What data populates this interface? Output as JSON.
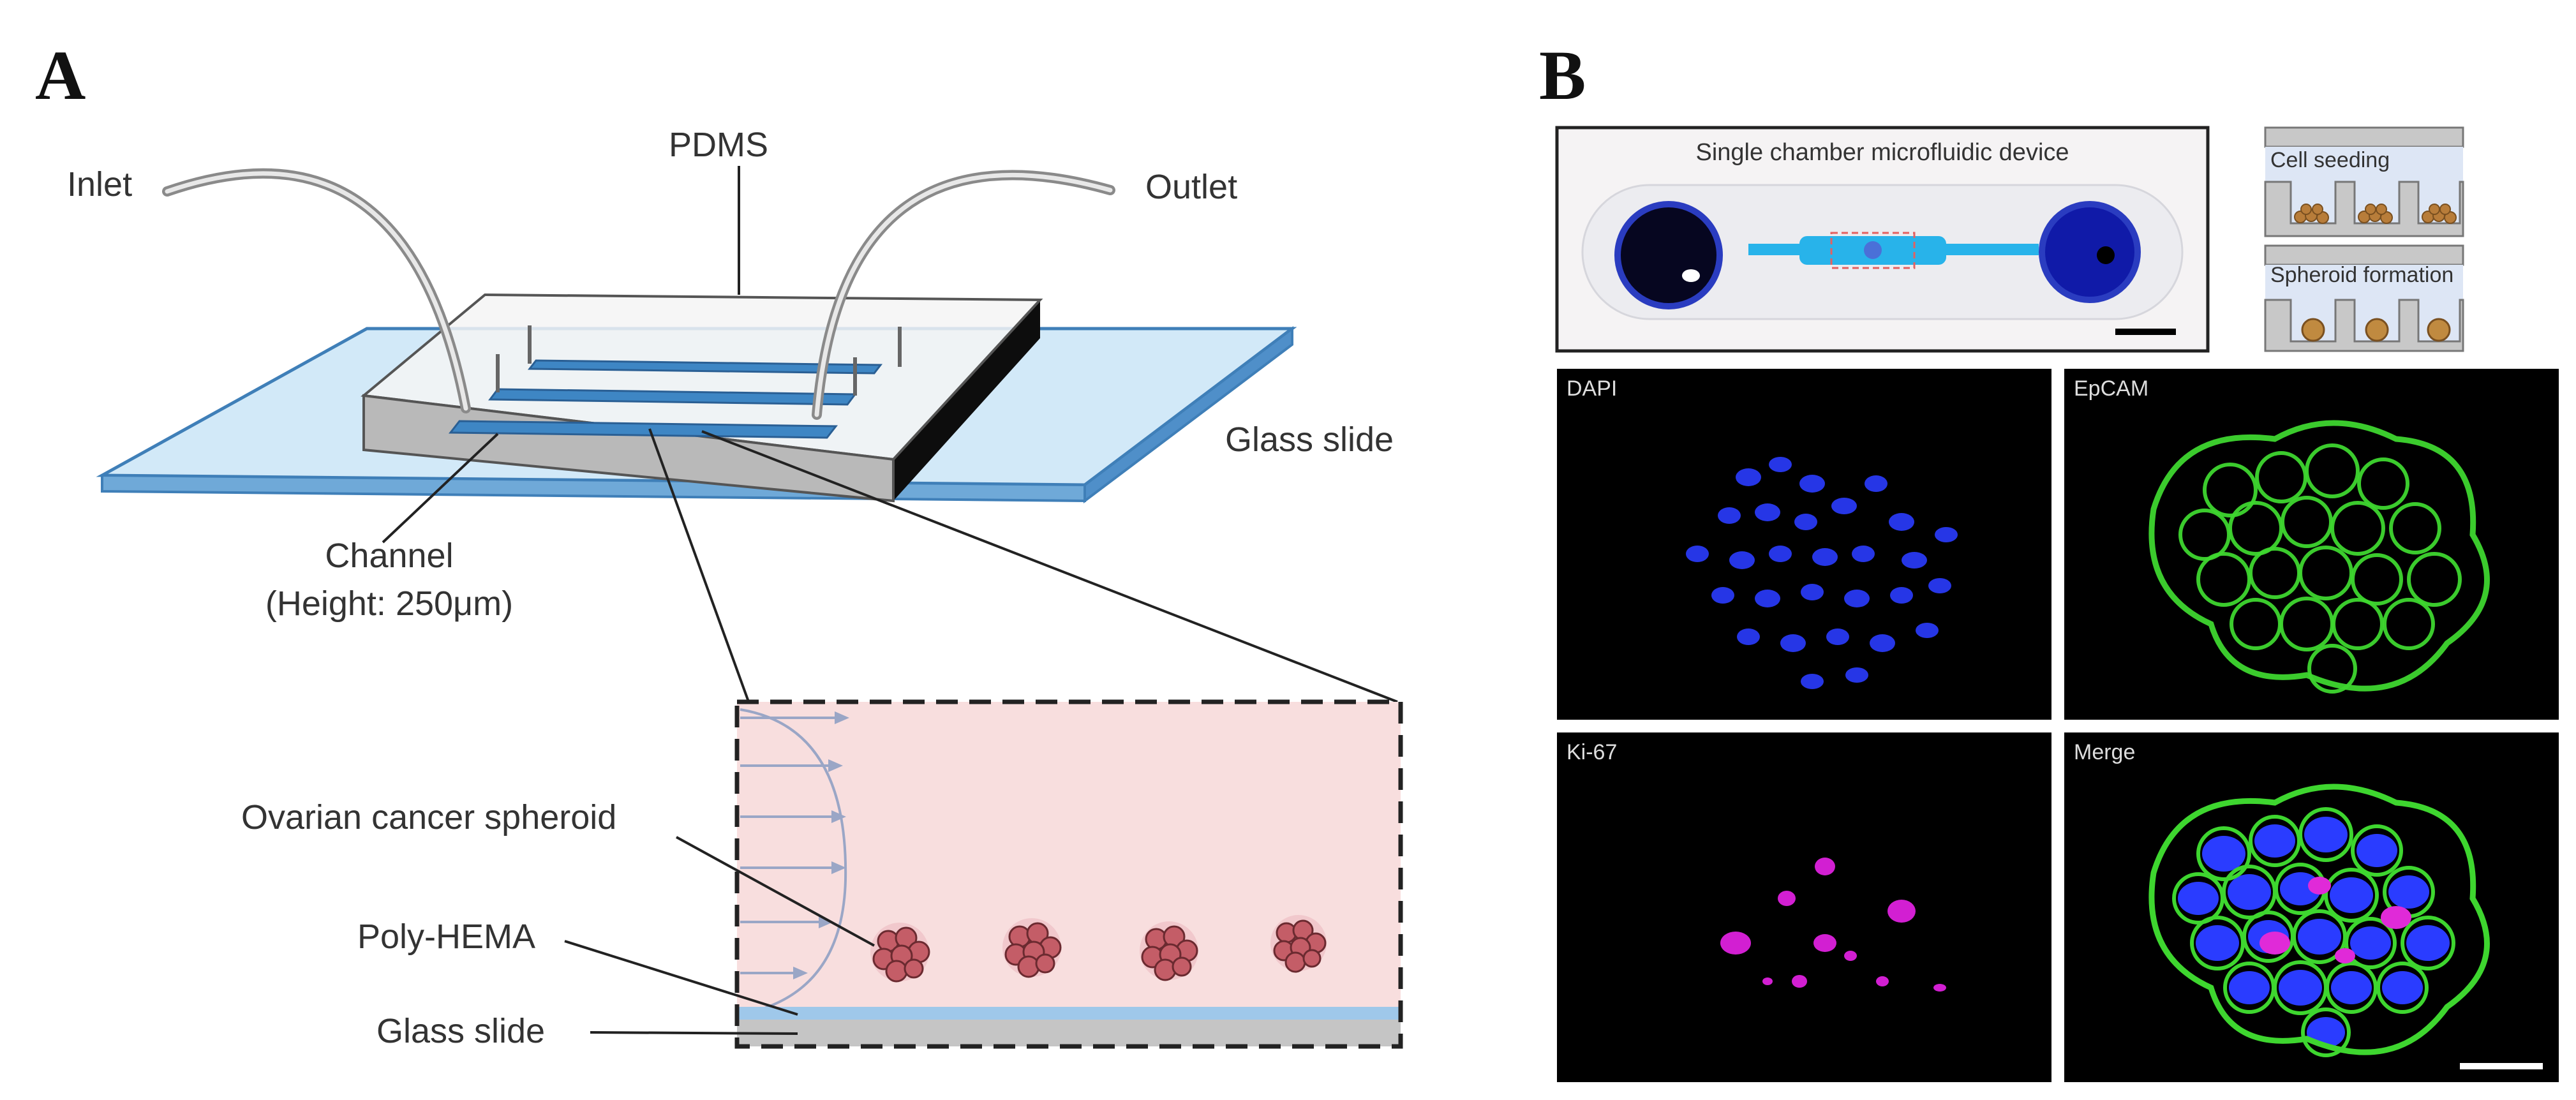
{
  "panel_a": {
    "letter": "A",
    "labels": {
      "pdms": "PDMS",
      "inlet": "Inlet",
      "outlet": "Outlet",
      "glass_slide_top": "Glass slide",
      "channel": "Channel",
      "channel_height": "(Height: 250μm)",
      "spheroid": "Ovarian cancer spheroid",
      "poly_hema": "Poly-HEMA",
      "glass_slide_bottom": "Glass slide"
    },
    "colors": {
      "glass": "#cfe7f7",
      "channel": "#3e86c4",
      "pdms": "#dcdcdc",
      "medium": "#f7dcdc",
      "spheroid": "#b0525a"
    }
  },
  "panel_b": {
    "letter": "B",
    "device_title": "Single chamber microfluidic device",
    "schematic": {
      "step1": "Cell seeding",
      "step2": "Spheroid formation"
    },
    "stains": {
      "dapi": "DAPI",
      "epcam": "EpCAM",
      "ki67": "Ki-67",
      "merge": "Merge"
    },
    "colors": {
      "dapi": "#2a3cff",
      "epcam": "#3ed62f",
      "ki67": "#d21fd2",
      "device_reservoir": "#1c1f86",
      "device_channel": "#28b3ea"
    }
  }
}
